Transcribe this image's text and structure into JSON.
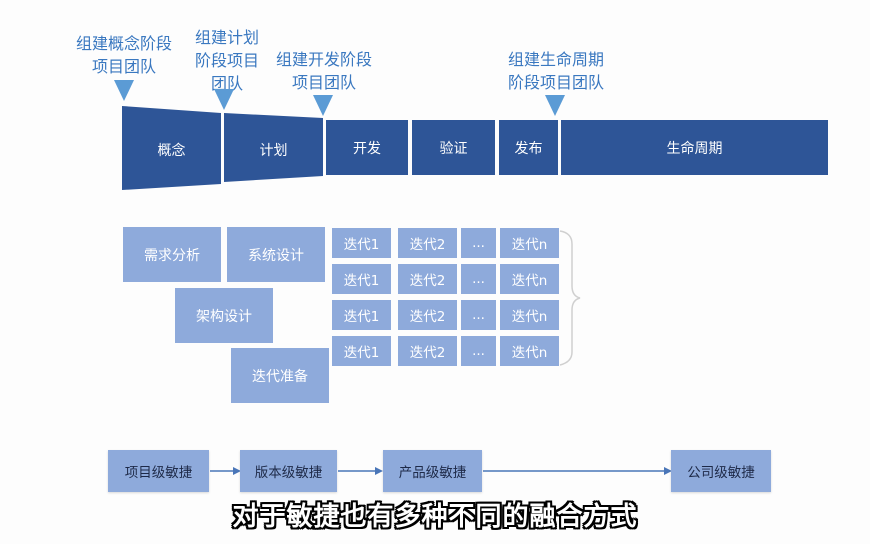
{
  "team_labels": [
    {
      "line1": "组建概念阶段",
      "line2": "项目团队",
      "line3": ""
    },
    {
      "line1": "组建计划",
      "line2": "阶段项目",
      "line3": "团队"
    },
    {
      "line1": "组建开发阶段",
      "line2": "项目团队",
      "line3": ""
    },
    {
      "line1": "组建生命周期",
      "line2": "阶段项目团队",
      "line3": ""
    }
  ],
  "phases": [
    "概念",
    "计划",
    "开发",
    "验证",
    "发布",
    "生命周期"
  ],
  "activities": [
    "需求分析",
    "系统设计",
    "架构设计",
    "迭代准备"
  ],
  "iteration_rows": [
    [
      "迭代1",
      "迭代2",
      "...",
      "迭代n"
    ],
    [
      "迭代1",
      "迭代2",
      "...",
      "迭代n"
    ],
    [
      "迭代1",
      "迭代2",
      "...",
      "迭代n"
    ],
    [
      "迭代1",
      "迭代2",
      "...",
      "迭代n"
    ]
  ],
  "agile_levels": [
    "项目级敏捷",
    "版本级敏捷",
    "产品级敏捷",
    "公司级敏捷"
  ],
  "subtitle": "对于敏捷也有多种不同的融合方式",
  "colors": {
    "phase_fill": "#2e5597",
    "light_fill": "#8eaadb",
    "label_text": "#3a78c0",
    "marker": "#5b9bd5"
  }
}
